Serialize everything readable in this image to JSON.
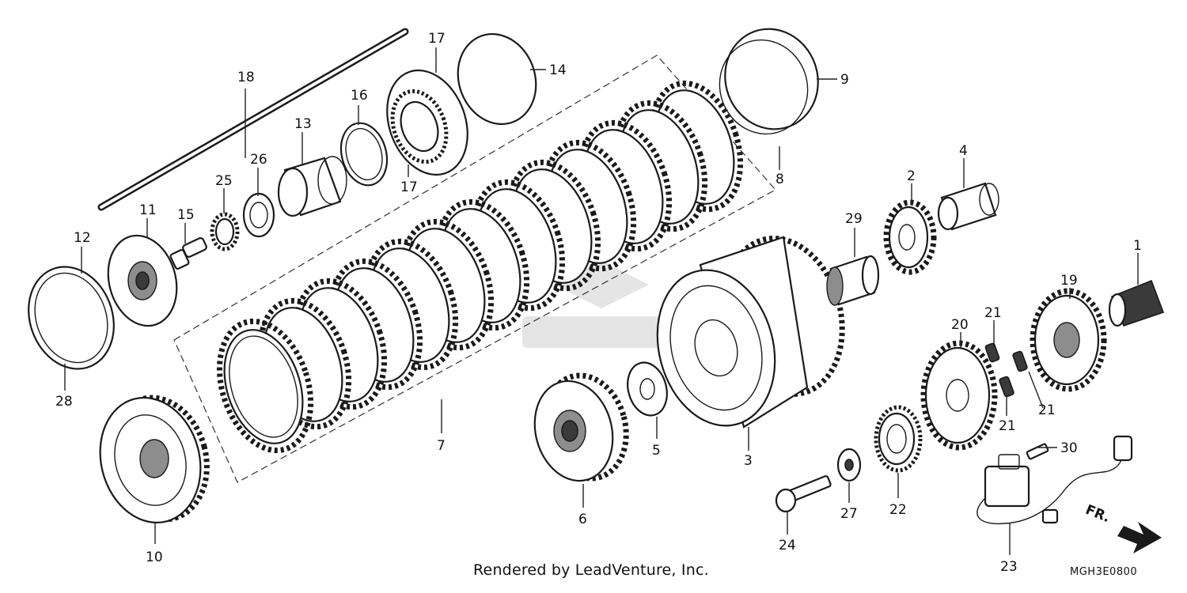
{
  "credit": "Rendered by LeadVenture, Inc.",
  "diagram_code": "MGH3E0800",
  "direction_label": "FR.",
  "callouts": [
    "1",
    "2",
    "3",
    "4",
    "5",
    "6",
    "7",
    "8",
    "9",
    "10",
    "11",
    "12",
    "13",
    "14",
    "15",
    "16",
    "17",
    "17",
    "18",
    "19",
    "20",
    "21",
    "21",
    "21",
    "22",
    "23",
    "24",
    "25",
    "26",
    "27",
    "28",
    "29",
    "30"
  ]
}
